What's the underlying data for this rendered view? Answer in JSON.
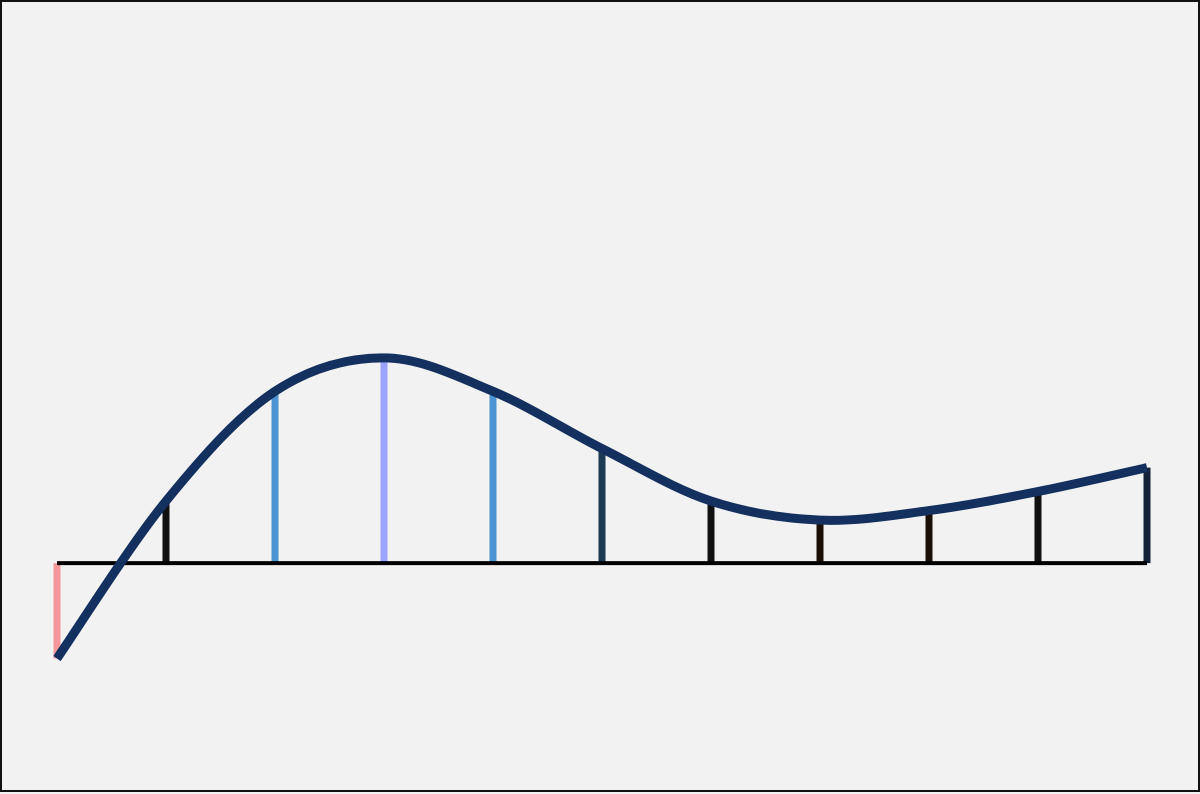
{
  "chart_data": {
    "type": "line",
    "title": "",
    "xlabel": "",
    "ylabel": "",
    "grid": false,
    "legend": "none",
    "xlim": [
      0,
      10
    ],
    "ylim": [
      -2.42,
      5.88
    ],
    "baseline": 0,
    "x": [
      0,
      1,
      2,
      3,
      4,
      5,
      6,
      7,
      8,
      9,
      10
    ],
    "series": [
      {
        "name": "",
        "color": "#14305f",
        "values": [
          -1.0,
          0.65,
          1.8,
          2.15,
          1.8,
          1.2,
          0.65,
          0.45,
          0.55,
          0.75,
          1.0
        ]
      }
    ],
    "stem_colors": [
      "#f4989c",
      "#111111",
      "#4d94d2",
      "#9ca3ff",
      "#4d94d2",
      "#1b3b55",
      "#111111",
      "#1a1008",
      "#1a1008",
      "#111111",
      "#13233a"
    ],
    "baseline_color": "#000000"
  }
}
